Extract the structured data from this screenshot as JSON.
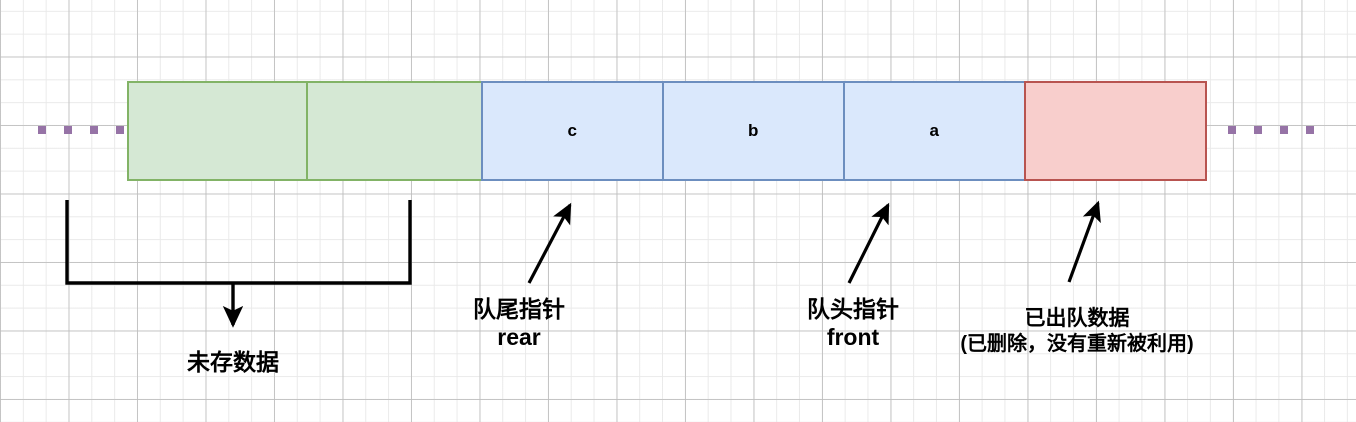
{
  "diagram": {
    "title": "queue-array-pointer-diagram",
    "colors": {
      "green_fill": "#d5e8d4",
      "green_stroke": "#82b366",
      "blue_fill": "#dae8fc",
      "blue_stroke": "#6c8ebf",
      "red_fill": "#f8cecc",
      "red_stroke": "#b85450",
      "dot": "#9673a6",
      "line": "#000000",
      "grid_minor": "#e9e9e9",
      "grid_major": "#bebebe"
    },
    "ellipsis_left": {
      "name": "left-ellipsis",
      "dot_count": 4
    },
    "ellipsis_right": {
      "name": "right-ellipsis",
      "dot_count": 4
    },
    "cells": [
      {
        "id": "slot-empty-1",
        "label": "",
        "kind": "green",
        "width": 181
      },
      {
        "id": "slot-empty-2",
        "label": "",
        "kind": "green",
        "width": 177
      },
      {
        "id": "slot-c",
        "label": "c",
        "kind": "blue",
        "width": 183
      },
      {
        "id": "slot-b",
        "label": "b",
        "kind": "blue",
        "width": 183
      },
      {
        "id": "slot-a",
        "label": "a",
        "kind": "blue",
        "width": 183
      },
      {
        "id": "slot-dequeued",
        "label": "",
        "kind": "red",
        "width": 183
      }
    ],
    "annotations": [
      {
        "id": "unstored",
        "lines": [
          "未存数据"
        ],
        "points_to": "slot-empty-1 + slot-empty-2",
        "connector": "bracket-with-down-arrow"
      },
      {
        "id": "rear",
        "lines": [
          "队尾指针",
          "rear"
        ],
        "points_to": "slot-c",
        "connector": "diagonal-arrow"
      },
      {
        "id": "front",
        "lines": [
          "队头指针",
          "front"
        ],
        "points_to": "slot-a",
        "connector": "diagonal-arrow"
      },
      {
        "id": "dequeued",
        "lines": [
          "已出队数据",
          "(已删除，没有重新被利用)"
        ],
        "points_to": "slot-dequeued",
        "connector": "diagonal-arrow"
      }
    ]
  }
}
